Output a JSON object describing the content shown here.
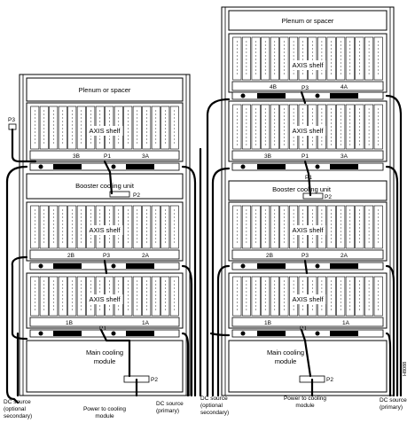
{
  "figure_id": "H8088",
  "left_stack": {
    "p3_external_connector": "P3",
    "plenum": "Plenum or spacer",
    "shelves": [
      {
        "name": "AXIS shelf",
        "slot_left": "3B",
        "slot_right": "3A",
        "connector": "P1"
      },
      {
        "name": "AXIS shelf",
        "slot_left": "2B",
        "slot_right": "2A",
        "connector": "P3"
      },
      {
        "name": "AXIS shelf",
        "slot_left": "1B",
        "slot_right": "1A",
        "connector": "P1"
      }
    ],
    "booster": {
      "label": "Booster cooling unit",
      "connector": "P2"
    },
    "main_cooling": {
      "label_line1": "Main cooling",
      "label_line2": "module",
      "connector": "P2"
    },
    "dc_left": {
      "line1": "DC source",
      "line2": "(optional",
      "line3": "secondary)"
    },
    "power_cooling": {
      "line1": "Power to cooling",
      "line2": "module"
    },
    "dc_right": {
      "line1": "DC source",
      "line2": "(primary)"
    }
  },
  "right_stack": {
    "plenum": "Plenum or spacer",
    "shelves": [
      {
        "name": "AXIS shelf",
        "slot_left": "4B",
        "slot_right": "4A",
        "connector": "P3"
      },
      {
        "name": "AXIS shelf",
        "slot_left": "3B",
        "slot_right": "3A",
        "connector": "P1"
      },
      {
        "name": "AXIS shelf",
        "slot_left": "2B",
        "slot_right": "2A",
        "connector": "P3"
      },
      {
        "name": "AXIS shelf",
        "slot_left": "1B",
        "slot_right": "1A",
        "connector": "P1"
      }
    ],
    "top_shelf_p1": "P1",
    "booster": {
      "label": "Booster cooling unit",
      "connector": "P2"
    },
    "main_cooling": {
      "label_line1": "Main cooling",
      "label_line2": "module",
      "connector": "P2"
    },
    "dc_left": {
      "line1": "DC source",
      "line2": "(optional",
      "line3": "secondary)"
    },
    "power_cooling": {
      "line1": "Power to cooling",
      "line2": "module"
    },
    "dc_right": {
      "line1": "DC source",
      "line2": "(primary)"
    }
  }
}
